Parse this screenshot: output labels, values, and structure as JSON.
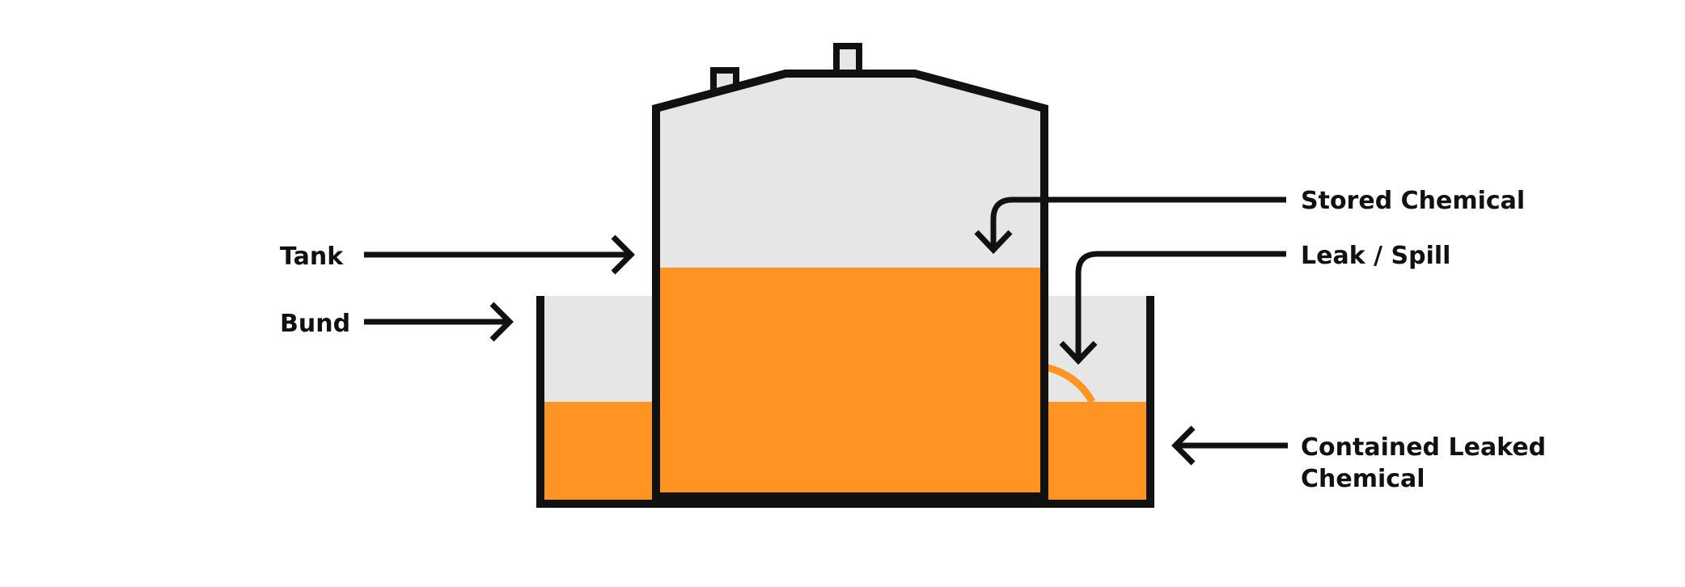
{
  "labels": {
    "tank": "Tank",
    "bund": "Bund",
    "stored_chemical": "Stored Chemical",
    "leak_spill": "Leak / Spill",
    "contained_line1": "Contained Leaked",
    "contained_line2": "Chemical"
  },
  "colors": {
    "outline": "#111111",
    "chemical": "#FF9422",
    "empty_space": "#E6E6E6",
    "background": "#FFFFFF"
  },
  "levels": {
    "tank_fill_fraction": 0.55,
    "bund_fill_fraction": 0.47
  }
}
